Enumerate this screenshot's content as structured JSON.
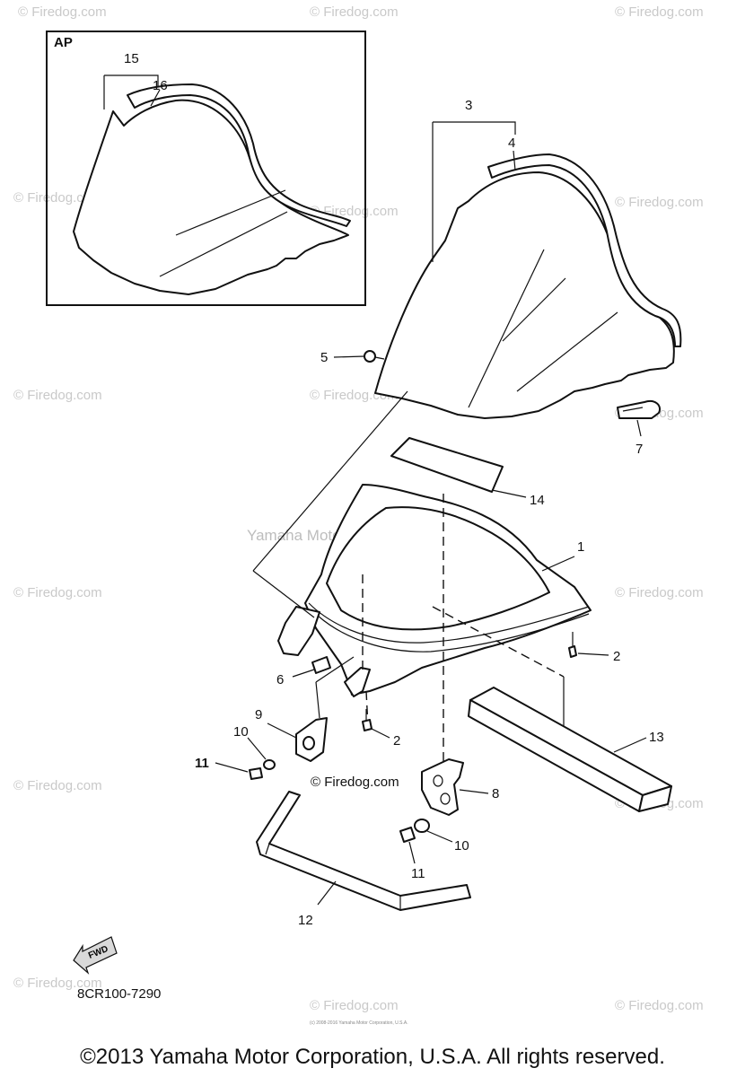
{
  "inset": {
    "label": "AP"
  },
  "callouts": {
    "c1": "1",
    "c2a": "2",
    "c2b": "2",
    "c3": "3",
    "c4": "4",
    "c5": "5",
    "c6": "6",
    "c7": "7",
    "c8": "8",
    "c9": "9",
    "c10a": "10",
    "c10b": "10",
    "c11a": "11",
    "c11b": "11",
    "c12": "12",
    "c13": "13",
    "c14": "14",
    "c15": "15",
    "c16": "16"
  },
  "fwd_label": "FWD",
  "diagram_code": "8CR100-7290",
  "watermarks": {
    "firedog": "© Firedog.com",
    "firedog_inline": "© Firedog.com",
    "center": "Yamaha Motor Corp, U.S.A.",
    "fine_print": "(c) 2008-2016 Yamaha Motor Corporation, U.S.A."
  },
  "copyright": "©2013 Yamaha Motor Corporation, U.S.A. All rights reserved."
}
